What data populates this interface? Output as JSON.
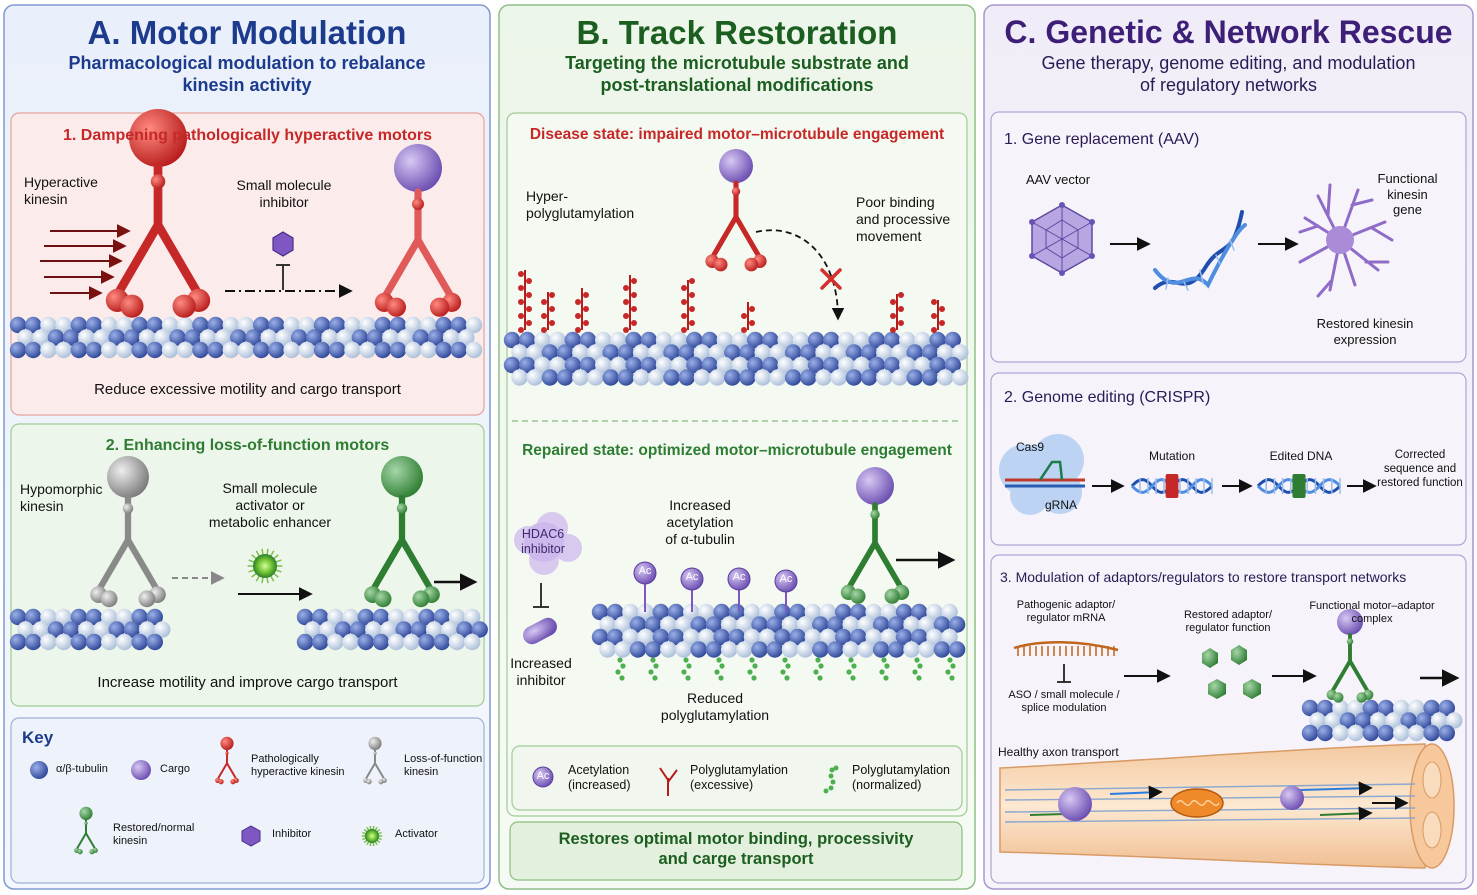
{
  "colors": {
    "motor_red": "#c62828",
    "track_green": "#1b5e20",
    "rescue_purple": "#3d1f78",
    "tubulin_blue": "#3a55a8",
    "cargo_purple": "#9575cd"
  },
  "icons": [
    "tubulin-dimer-icon",
    "cargo-sphere-icon",
    "hyperactive-kinesin-icon",
    "loss-of-function-kinesin-icon",
    "normal-kinesin-icon",
    "inhibitor-hexagon-icon",
    "activator-burst-icon",
    "aav-capsid-icon",
    "dna-helix-icon",
    "neuron-icon",
    "cas9-icon",
    "mitochondrion-icon",
    "acetylation-mark-icon",
    "polyglutamate-chain-icon"
  ],
  "panelA": {
    "title": "A. Motor Modulation",
    "subtitle": "Pharmacological modulation to rebalance\nkinesin activity",
    "box1": {
      "heading": "1. Dampening pathologically hyperactive motors",
      "hyperactive": "Hyperactive\nkinesin",
      "inhibitor": "Small molecule\ninhibitor",
      "footer": "Reduce excessive motility and cargo transport"
    },
    "box2": {
      "heading": "2. Enhancing loss-of-function motors",
      "hypomorphic": "Hypomorphic\nkinesin",
      "activator": "Small molecule\nactivator or\nmetabolic enhancer",
      "footer": "Increase motility and improve cargo transport"
    },
    "key": {
      "title": "Key",
      "tubulin": "α/β-tubulin",
      "cargo": "Cargo",
      "hyperactive": "Pathologically\nhyperactive kinesin",
      "lof": "Loss-of-function\nkinesin",
      "restored": "Restored/normal\nkinesin",
      "inhibitor": "Inhibitor",
      "activator": "Activator"
    }
  },
  "panelB": {
    "title": "B. Track Restoration",
    "subtitle": "Targeting the microtubule substrate and\npost-translational modifications",
    "disease": {
      "heading": "Disease state: impaired motor–microtubule engagement",
      "hyper": "Hyper-\npolyglutamylation",
      "poor": "Poor binding\nand processive\nmovement"
    },
    "repaired": {
      "heading": "Repaired state: optimized motor–microtubule engagement",
      "hdac": "HDAC6\ninhibitor",
      "increased_inhibitor": "Increased\ninhibitor",
      "acetylation": "Increased\nacetylation\nof α-tubulin",
      "reduced": "Reduced\npolyglutamylation",
      "ac": "Ac"
    },
    "legend": {
      "ac": "Ac",
      "acetylation": "Acetylation\n(increased)",
      "poly_excess": "Polyglutamylation\n(excessive)",
      "poly_norm": "Polyglutamylation\n(normalized)"
    },
    "footer": "Restores optimal motor binding, processivity\nand carge transport"
  },
  "panelC": {
    "title": "C. Genetic & Network Rescue",
    "subtitle": "Gene therapy, genome editing, and modulation\nof regulatory networks",
    "box1": {
      "heading": "1. Gene replacement (AAV)",
      "aav": "AAV vector",
      "functional": "Functional\nkinesin\ngene",
      "restored": "Restored kinesin\nexpression"
    },
    "box2": {
      "heading": "2. Genome editing (CRISPR)",
      "cas9": "Cas9",
      "grna": "gRNA",
      "mutation": "Mutation",
      "edited": "Edited DNA",
      "corrected": "Corrected\nsequence and\nrestored function"
    },
    "box3": {
      "heading": "3. Modulation of adaptors/regulators to restore transport networks",
      "pathogenic": "Pathogenic adaptor/\nregulator mRNA",
      "aso": "ASO / small molecule /\nsplice modulation",
      "restored": "Restored adaptor/\nregulator function",
      "complex": "Functional motor–adaptor\ncomplex",
      "healthy": "Healthy axon transport"
    }
  }
}
